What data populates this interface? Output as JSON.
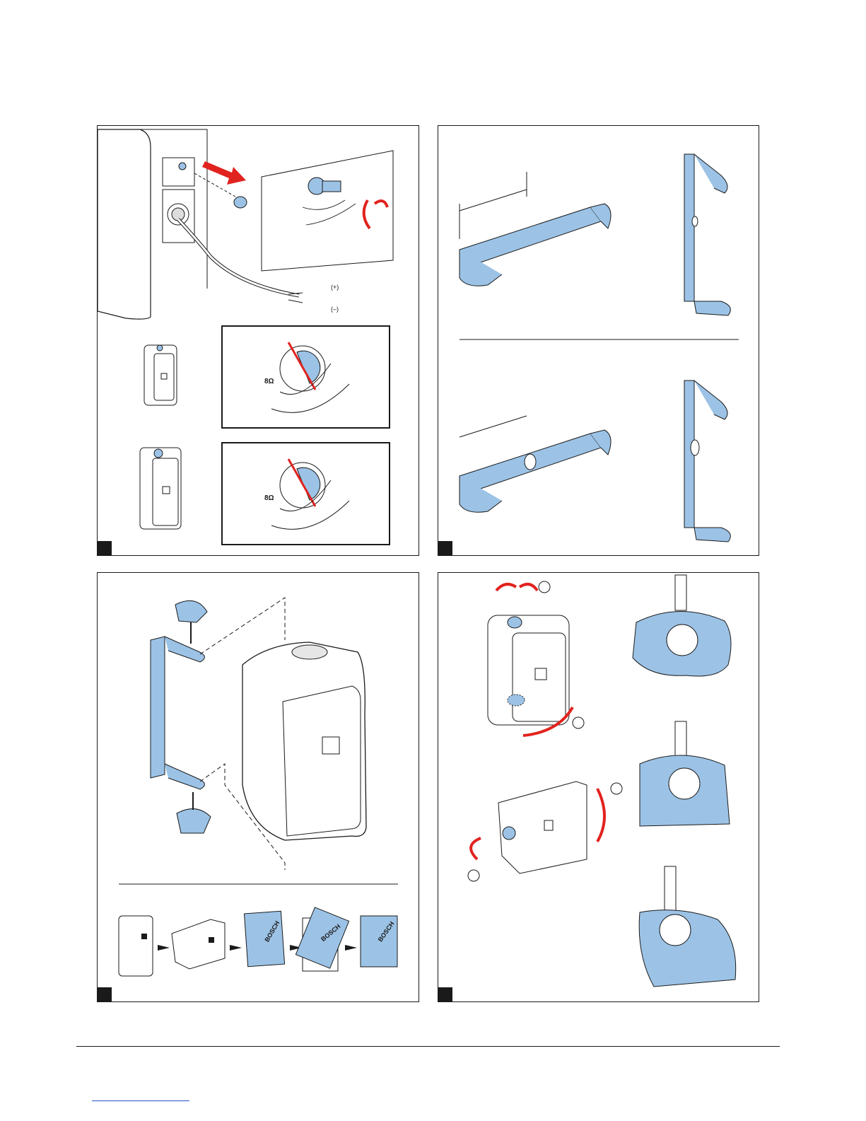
{
  "colors": {
    "accent_blue": "#9cc3e6",
    "arrow_red": "#e1231f",
    "line": "#1a1a1a"
  },
  "panel1": {
    "polarity": {
      "plus": "(+)",
      "minus": "(–)"
    },
    "tap_detail_top": {
      "impedance": "8Ω"
    },
    "tap_detail_bottom": {
      "impedance": "8Ω"
    }
  },
  "panel3": {
    "logo_text": "BOSCH"
  },
  "panel4": {}
}
